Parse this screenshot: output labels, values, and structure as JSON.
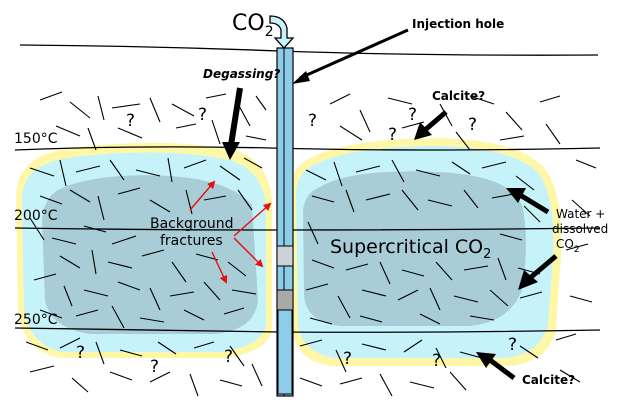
{
  "labels": {
    "co2_base": "CO",
    "co2_sub": "2",
    "injection_hole": "Injection hole",
    "degassing": "Degassing?",
    "calcite_top": "Calcite?",
    "calcite_bottom": "Calcite?",
    "temp_150": "150°C",
    "temp_200": "200°C",
    "temp_250": "250°C",
    "background_line1": "Background",
    "background_line2": "fractures",
    "supercritical_base": "Supercritical CO",
    "supercritical_sub": "2",
    "water_line1": "Water +",
    "water_line2": "dissolved",
    "water_line3_base": "CO",
    "water_line3_sub": "2",
    "question_mark": "?"
  },
  "colors": {
    "halo": "#fff7a8",
    "light_blue": "#c6f3fa",
    "gray_blue": "#a9cdd6",
    "pipe": "#8ecdea",
    "pipe_gray": "#a9a9a9",
    "red_arrow": "#e31010"
  }
}
